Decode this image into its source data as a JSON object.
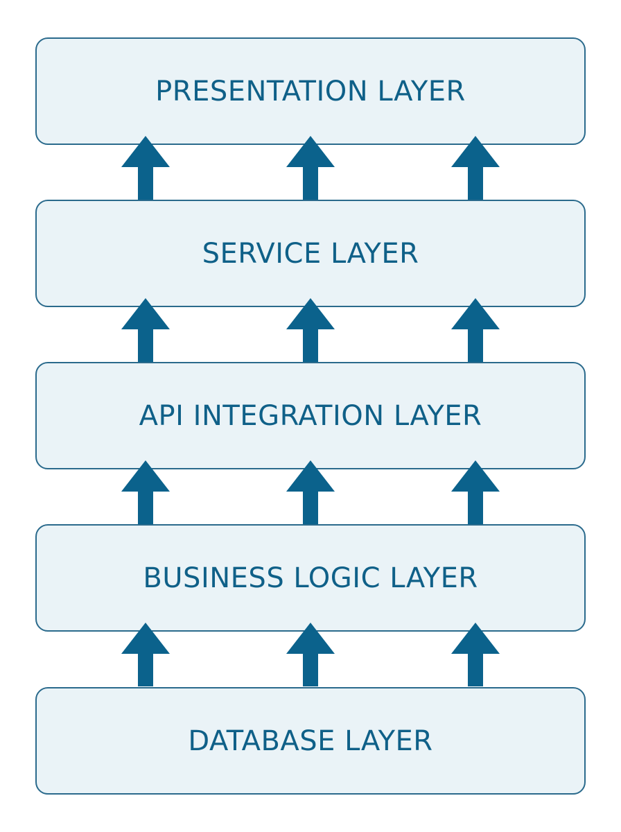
{
  "diagram": {
    "layers": [
      {
        "label": "PRESENTATION LAYER"
      },
      {
        "label": "SERVICE LAYER"
      },
      {
        "label": "API INTEGRATION LAYER"
      },
      {
        "label": "BUSINESS LOGIC LAYER"
      },
      {
        "label": "DATABASE LAYER"
      }
    ],
    "colors": {
      "layer_fill": "#eaf3f7",
      "layer_border": "#2a6a8c",
      "text": "#0f6088",
      "arrow": "#0b628c"
    },
    "arrow_icon": "up-arrow-icon",
    "arrow_direction": "up"
  }
}
